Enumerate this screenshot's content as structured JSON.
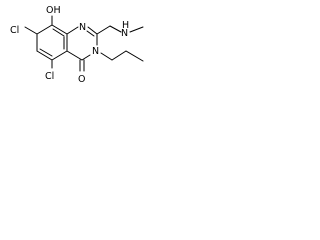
{
  "diagram": {
    "type": "chemical-structure",
    "atoms": {
      "oh": "OH",
      "cl_top": "Cl",
      "cl_bottom": "Cl",
      "n_ring_top": "N",
      "n_ring_bottom": "N",
      "n_amine": "N",
      "h_amine": "H",
      "o_carbonyl": "O"
    }
  }
}
